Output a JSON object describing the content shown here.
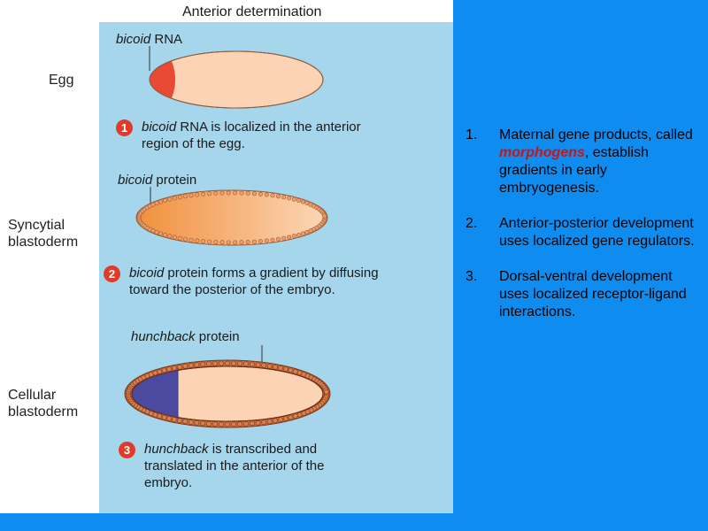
{
  "figure": {
    "title": "Anterior determination",
    "stages": [
      "Egg",
      "Syncytial\nblastoderm",
      "Cellular\nblastoderm"
    ],
    "labels": [
      {
        "italic": "bicoid",
        "rest": " RNA"
      },
      {
        "italic": "bicoid",
        "rest": " protein"
      },
      {
        "italic": "hunchback",
        "rest": " protein"
      }
    ],
    "steps": [
      {
        "number": "1",
        "italic": "bicoid",
        "rest": " RNA is localized in the anterior region of the egg."
      },
      {
        "number": "2",
        "italic": "bicoid",
        "rest": " protein forms a gradient by diffusing toward the posterior of the embryo."
      },
      {
        "number": "3",
        "italic": "hunchback",
        "rest": " is transcribed and translated in the anterior of the embryo."
      }
    ],
    "colors": {
      "panel": "#a6d6ec",
      "egg": "#fcd3b4",
      "bicoid_rna": "#e84a34",
      "gradient_start": "#f0903c",
      "gradient_end": "#fcd7b8",
      "nuclei": "#d98050",
      "hunchback": "#4a4aa0",
      "background": "#0f8cf0"
    }
  },
  "side_list": [
    {
      "number": "1.",
      "before": "Maternal gene products, called ",
      "highlight": "morphogens",
      "after": ", establish gradients in early embryogenesis."
    },
    {
      "number": "2.",
      "before": "Anterior-posterior development uses localized gene regulators.",
      "highlight": "",
      "after": ""
    },
    {
      "number": "3.",
      "before": "Dorsal-ventral development uses localized receptor-ligand interactions.",
      "highlight": "",
      "after": ""
    }
  ]
}
